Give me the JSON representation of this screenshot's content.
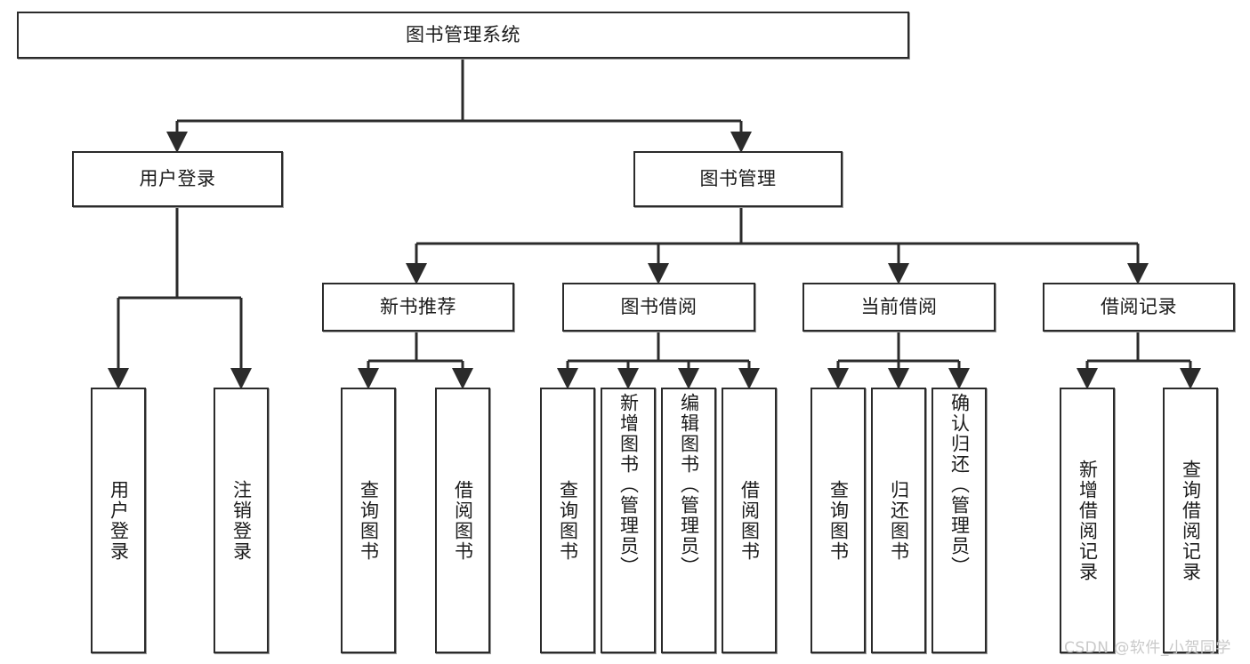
{
  "diagram": {
    "type": "tree",
    "title": "图书管理系统",
    "orientation": "top-down",
    "watermark": "CSDN @软件_小贺同学",
    "colors": {
      "box_border": "#2b2b2b",
      "box_fill": "#ffffff",
      "edge": "#2b2b2b",
      "text": "#1b1b1b",
      "watermark": "#c9c9c9",
      "background": "#ffffff"
    },
    "nodes": {
      "root": {
        "label": "图书管理系统",
        "level": 1
      },
      "l2": [
        {
          "id": "user-login",
          "label": "用户登录",
          "level": 2
        },
        {
          "id": "book-manage",
          "label": "图书管理",
          "level": 2
        }
      ],
      "l3": [
        {
          "id": "new-book-recommend",
          "label": "新书推荐",
          "level": 3,
          "parent": "book-manage"
        },
        {
          "id": "book-borrow",
          "label": "图书借阅",
          "level": 3,
          "parent": "book-manage"
        },
        {
          "id": "current-borrow",
          "label": "当前借阅",
          "level": 3,
          "parent": "book-manage"
        },
        {
          "id": "borrow-record",
          "label": "借阅记录",
          "level": 3,
          "parent": "book-manage"
        }
      ],
      "leaves": [
        {
          "id": "leaf-user-login",
          "label": "用户登录",
          "parent": "user-login"
        },
        {
          "id": "leaf-user-logout",
          "label": "注销登录",
          "parent": "user-login"
        },
        {
          "id": "leaf-query-book-1",
          "label": "查询图书",
          "parent": "new-book-recommend"
        },
        {
          "id": "leaf-borrow-book-1",
          "label": "借阅图书",
          "parent": "new-book-recommend"
        },
        {
          "id": "leaf-query-book-2",
          "label": "查询图书",
          "parent": "book-borrow"
        },
        {
          "id": "leaf-add-book",
          "label": "新增图书（管理员）",
          "parent": "book-borrow"
        },
        {
          "id": "leaf-edit-book",
          "label": "编辑图书（管理员）",
          "parent": "book-borrow"
        },
        {
          "id": "leaf-borrow-book-2",
          "label": "借阅图书",
          "parent": "book-borrow"
        },
        {
          "id": "leaf-query-book-3",
          "label": "查询图书",
          "parent": "current-borrow"
        },
        {
          "id": "leaf-return-book",
          "label": "归还图书",
          "parent": "current-borrow"
        },
        {
          "id": "leaf-confirm-return",
          "label": "确认归还（管理员）",
          "parent": "current-borrow"
        },
        {
          "id": "leaf-add-record",
          "label": "新增借阅记录",
          "parent": "borrow-record"
        },
        {
          "id": "leaf-query-record",
          "label": "查询借阅记录",
          "parent": "borrow-record"
        }
      ]
    }
  }
}
